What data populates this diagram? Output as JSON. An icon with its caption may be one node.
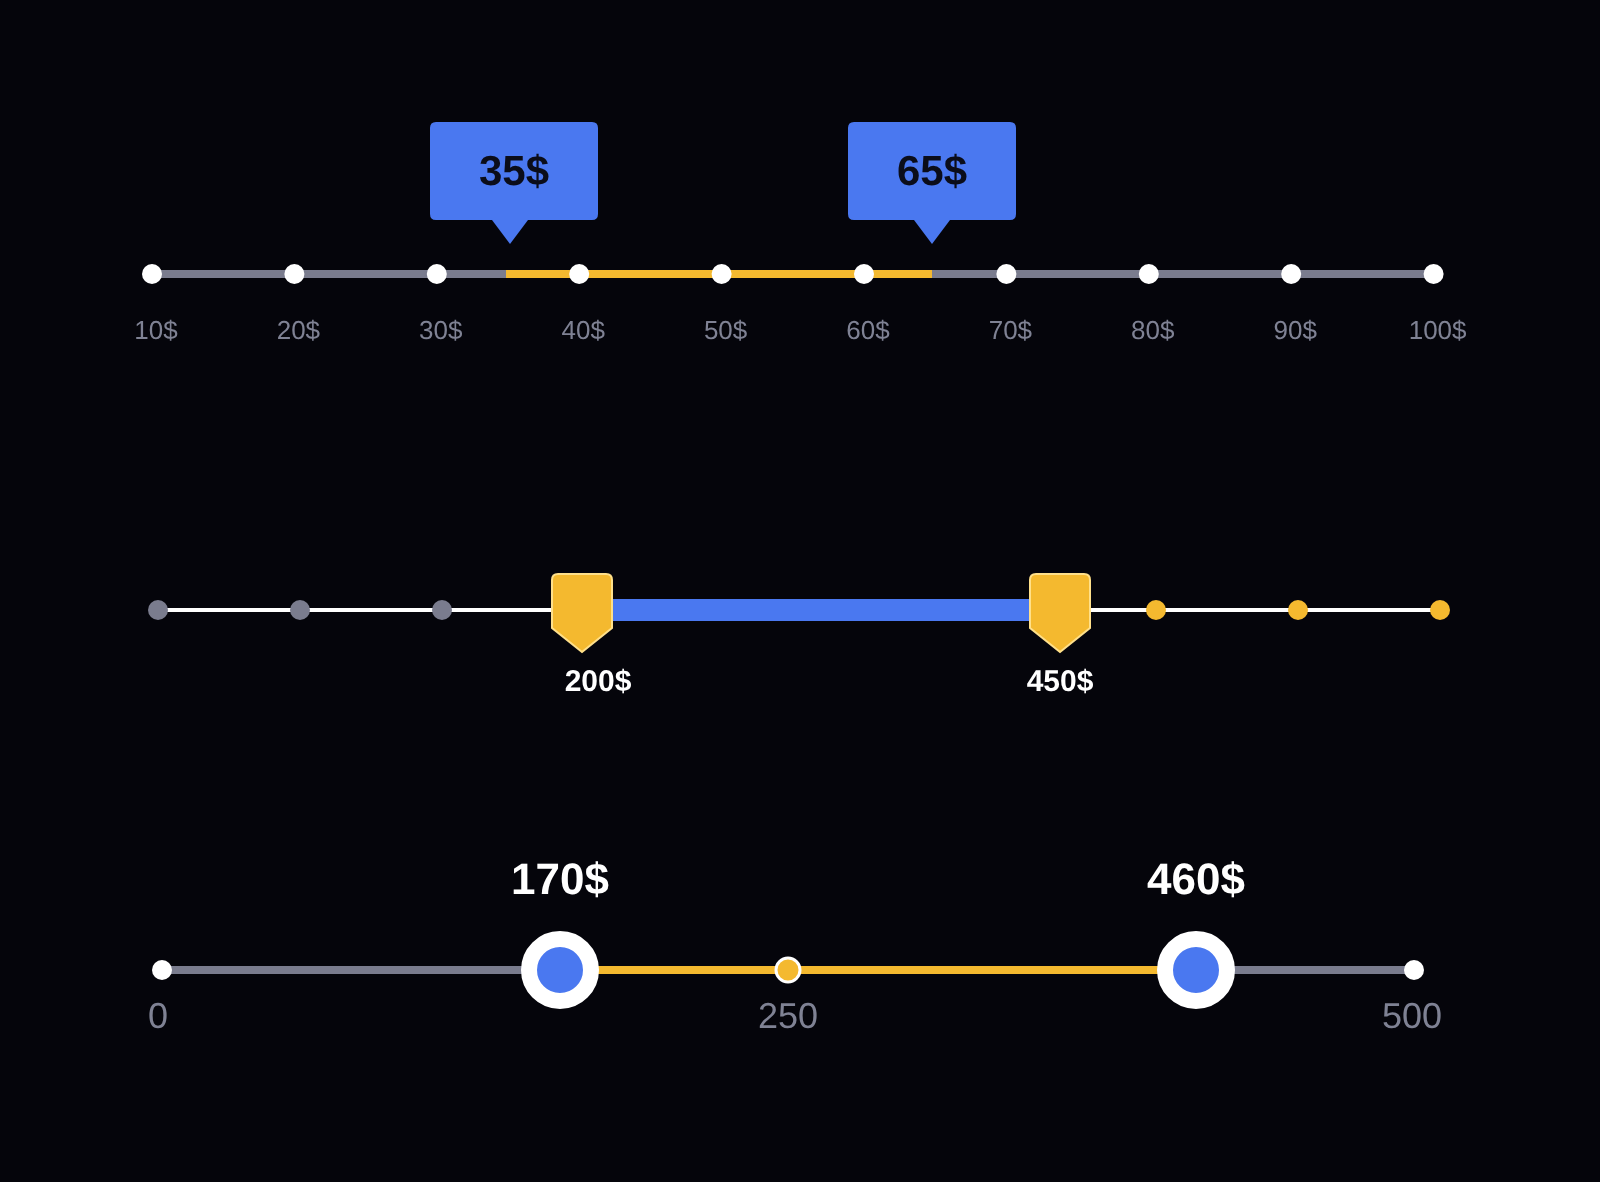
{
  "diagram": {
    "labels": [
      "35$",
      "65$",
      "10$",
      "20$",
      "30$",
      "40$",
      "50$",
      "60$",
      "70$",
      "80$",
      "90$",
      "100$",
      "200$",
      "450$",
      "170$",
      "460$",
      "0",
      "250",
      "500"
    ]
  }
}
